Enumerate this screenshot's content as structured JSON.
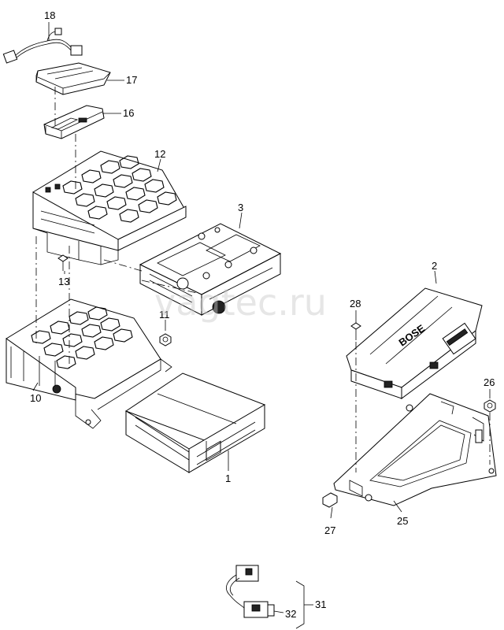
{
  "watermark": "vagtec.ru",
  "parts": [
    {
      "id": "p18",
      "label": "18"
    },
    {
      "id": "p17",
      "label": "17"
    },
    {
      "id": "p16",
      "label": "16"
    },
    {
      "id": "p12",
      "label": "12"
    },
    {
      "id": "p3",
      "label": "3"
    },
    {
      "id": "p13",
      "label": "13"
    },
    {
      "id": "p11",
      "label": "11"
    },
    {
      "id": "p10",
      "label": "10"
    },
    {
      "id": "p1",
      "label": "1"
    },
    {
      "id": "p2",
      "label": "2"
    },
    {
      "id": "p28",
      "label": "28"
    },
    {
      "id": "p26",
      "label": "26"
    },
    {
      "id": "p27",
      "label": "27"
    },
    {
      "id": "p25",
      "label": "25"
    },
    {
      "id": "p31",
      "label": "31"
    },
    {
      "id": "p32",
      "label": "32"
    }
  ],
  "brand_mark": "BOSE",
  "colors": {
    "line": "#000000",
    "background": "#ffffff",
    "watermark": "#c8c8c8"
  }
}
